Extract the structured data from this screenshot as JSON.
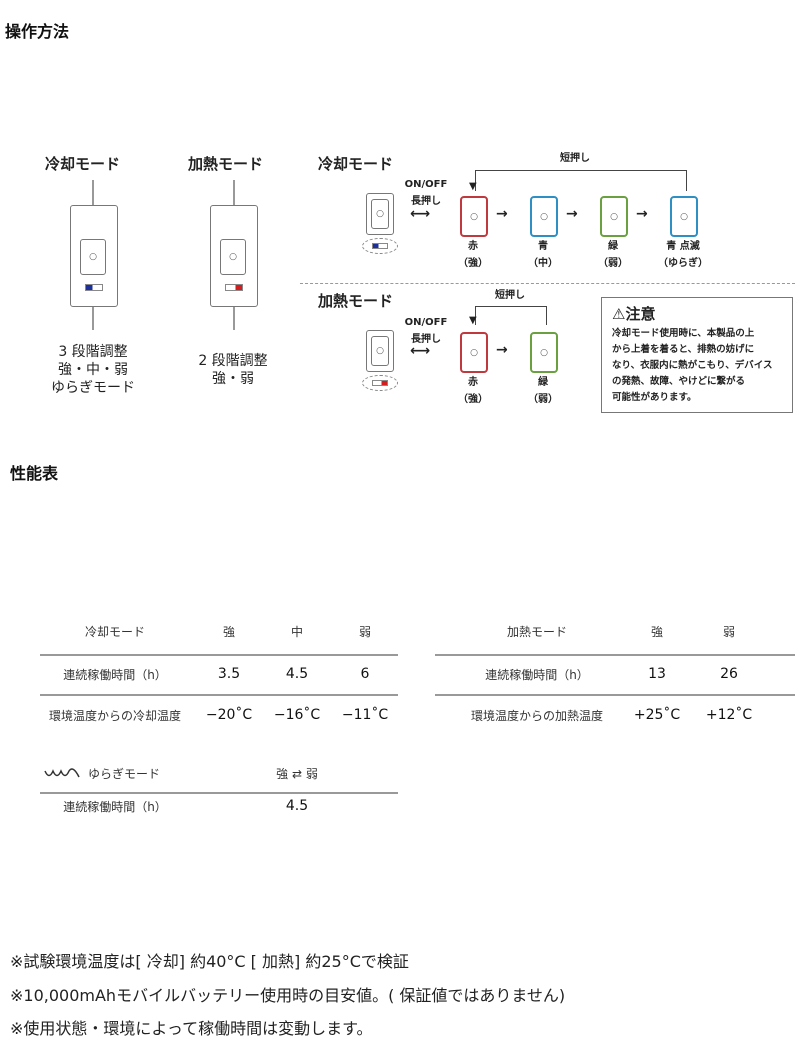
{
  "title": "操作方法",
  "left": {
    "cool": {
      "title": "冷却モード",
      "lines": [
        "3 段階調整",
        "強・中・弱",
        "ゆらぎモード"
      ]
    },
    "heat": {
      "title": "加熱モード",
      "lines": [
        "2 段階調整",
        "強・弱"
      ]
    }
  },
  "flow": {
    "cool": {
      "title": "冷却モード",
      "onoff": "ON/OFF",
      "long": "長押し",
      "short": "短押し",
      "steps": [
        {
          "color": "赤",
          "mode": "（強）",
          "hex": "#c0393f"
        },
        {
          "color": "青",
          "mode": "（中）",
          "hex": "#2e8fc4"
        },
        {
          "color": "緑",
          "mode": "（弱）",
          "hex": "#6aa040"
        },
        {
          "color": "青 点滅",
          "mode": "（ゆらぎ）",
          "hex": "#2e8fc4"
        }
      ]
    },
    "heat": {
      "title": "加熱モード",
      "onoff": "ON/OFF",
      "long": "長押し",
      "short": "短押し",
      "steps": [
        {
          "color": "赤",
          "mode": "（強）",
          "hex": "#c0393f"
        },
        {
          "color": "緑",
          "mode": "（弱）",
          "hex": "#6aa040"
        }
      ]
    },
    "caution": {
      "title": "注意",
      "text": [
        "冷却モード使用時に、本製品の上",
        "から上着を着ると、排熱の妨げに",
        "なり、衣服内に熱がこもり、デバイス",
        "の発熱、故障、やけどに繋がる",
        "可能性があります。"
      ]
    }
  },
  "perf": {
    "title": "性能表",
    "cool": {
      "headers": [
        "冷却モード",
        "強",
        "中",
        "弱"
      ],
      "rows": [
        [
          "連続稼働時間（h）",
          "3.5",
          "4.5",
          "6"
        ],
        [
          "環境温度からの冷却温度",
          "−20˚C",
          "−16˚C",
          "−11˚C"
        ]
      ]
    },
    "heat": {
      "headers": [
        "加熱モード",
        "強",
        "弱"
      ],
      "rows": [
        [
          "連続稼働時間（h）",
          "13",
          "26"
        ],
        [
          "環境温度からの加熱温度",
          "+25˚C",
          "+12˚C"
        ]
      ]
    },
    "yuragi": {
      "header": "ゆらぎモード",
      "range": "強 ⇄ 弱",
      "row": [
        "連続稼働時間（h）",
        "4.5"
      ]
    }
  },
  "notes": [
    "※試験環境温度は[ 冷却] 約40°C [ 加熱] 約25°Cで検証",
    "※10,000mAhモバイルバッテリー使用時の目安値。( 保証値ではありません)",
    "※使用状態・環境によって稼働時間は変動します。"
  ]
}
